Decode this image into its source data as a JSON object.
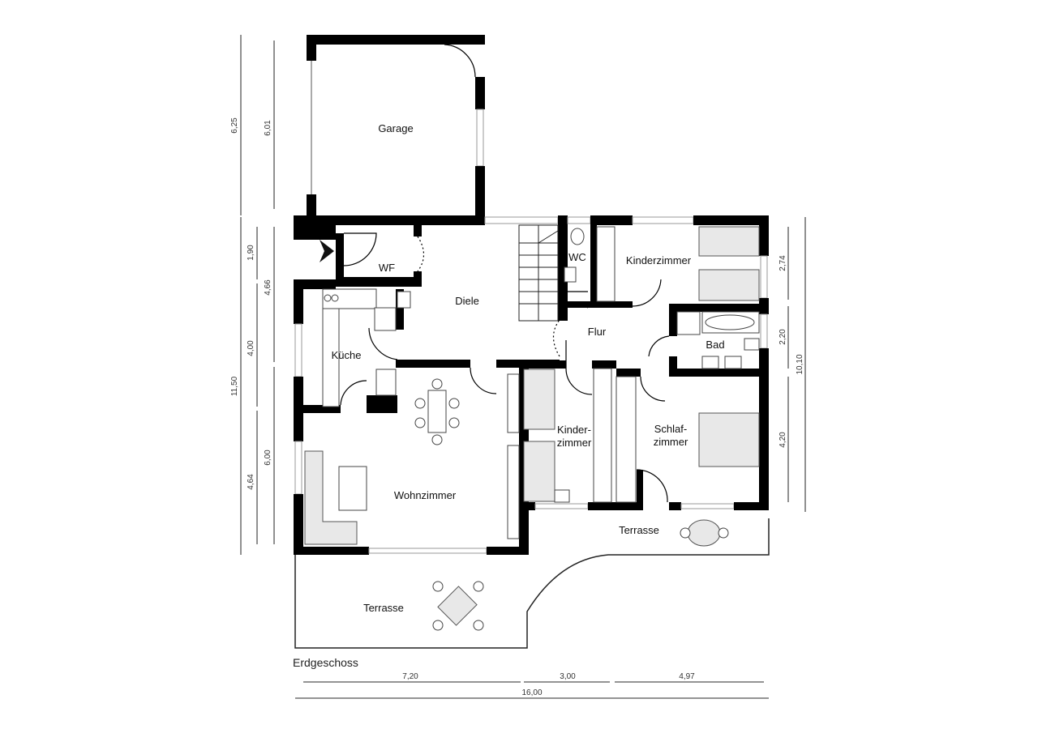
{
  "plan": {
    "title": "Erdgeschoss",
    "rooms": {
      "garage": "Garage",
      "wf": "WF",
      "diele": "Diele",
      "wc": "WC",
      "kinderzimmer1": "Kinderzimmer",
      "kueche": "Küche",
      "flur": "Flur",
      "bad": "Bad",
      "kinderzimmer2_a": "Kinder-",
      "kinderzimmer2_b": "zimmer",
      "schlafzimmer_a": "Schlaf-",
      "schlafzimmer_b": "zimmer",
      "wohnzimmer": "Wohnzimmer",
      "terrasse_right": "Terrasse",
      "terrasse_left": "Terrasse"
    },
    "dimensions": {
      "left_outer": [
        "6,25",
        "11,50"
      ],
      "left_inner": [
        "1,90",
        "4,00",
        "4,64"
      ],
      "left_mid": [
        "6,01",
        "4,66",
        "6,00"
      ],
      "right_inner": [
        "2,74",
        "2,20",
        "4,20"
      ],
      "right_outer": "10,10",
      "bottom_parts": [
        "7,20",
        "3,00",
        "4,97"
      ],
      "bottom_total": "16,00"
    }
  }
}
